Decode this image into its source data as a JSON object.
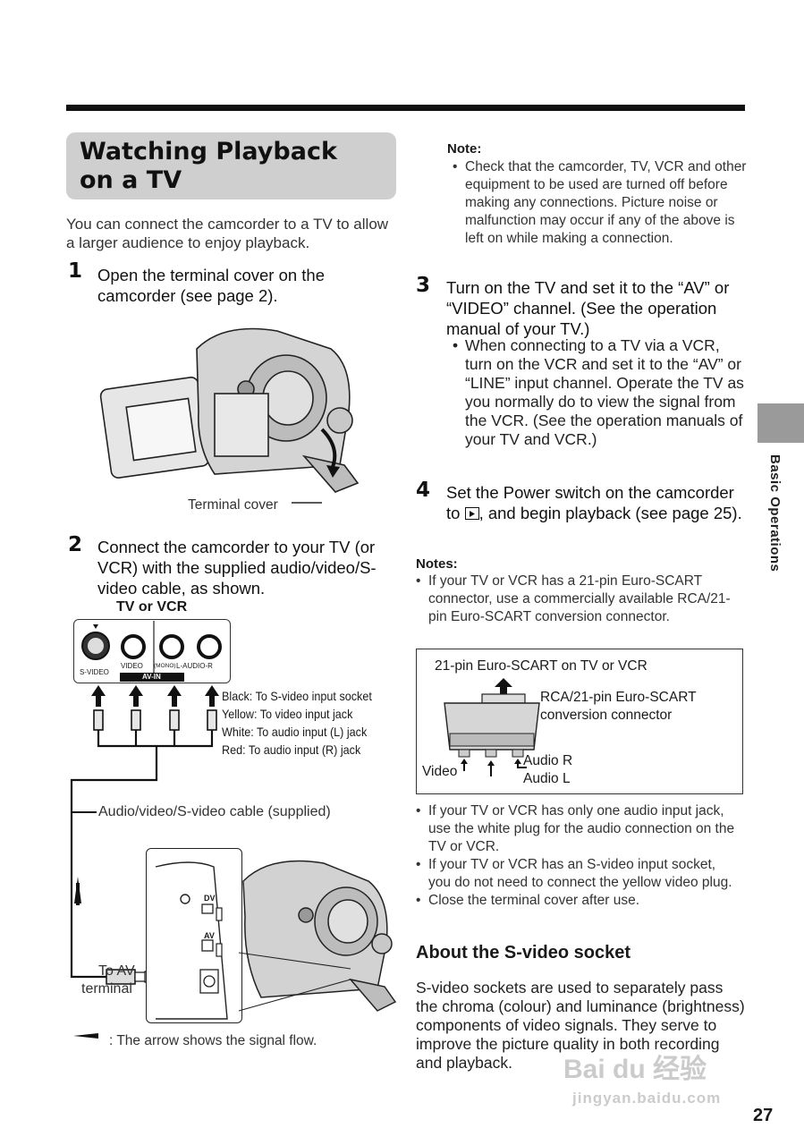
{
  "title": "Watching Playback\non a TV",
  "intro": "You can connect the camcorder to a TV to allow a larger audience to enjoy playback.",
  "steps": [
    {
      "num": "1",
      "text": "Open the terminal cover on the camcorder (see page 2)."
    },
    {
      "num": "2",
      "text": "Connect the camcorder to your TV (or VCR) with the supplied audio/video/S-video cable, as shown."
    },
    {
      "num": "3",
      "text": "Turn on the TV and set it to the “AV” or “VIDEO” channel. (See the operation manual of your TV.)",
      "bullet": "When connecting to a TV via a VCR, turn on the VCR and set it to the “AV” or “LINE” input channel. Operate the TV as you normally do to view the signal from the VCR. (See the operation manuals of your TV and VCR.)"
    },
    {
      "num": "4",
      "text_before": "Set the Power switch on the camcorder to ",
      "play_icon": "play-mode-icon",
      "text_after": ", and begin playback (see page 25)."
    }
  ],
  "fig1": {
    "terminal_cover": "Terminal cover"
  },
  "fig2": {
    "tv_label": "TV or VCR",
    "svideo": "S-VIDEO",
    "video": "VIDEO",
    "mono": "(MONO)",
    "audio": "L-AUDIO-R",
    "avin": "AV-IN",
    "plug_lines": [
      "Black: To S-video input socket",
      "Yellow: To video input jack",
      "White: To audio input (L) jack",
      "Red: To audio input (R) jack"
    ],
    "cable": "Audio/video/S-video cable (supplied)",
    "dv": "DV",
    "av": "AV",
    "to_av": "To AV",
    "terminal": "terminal",
    "arrow_note": ": The arrow shows the signal flow."
  },
  "note": {
    "heading": "Note:",
    "items": [
      "Check that the camcorder, TV, VCR and other equipment to be used are turned off before making any connections. Picture noise or malfunction may occur if any of the above is left on while making a connection."
    ]
  },
  "notes": {
    "heading": "Notes:",
    "items_top": [
      "If your TV or VCR has a 21-pin Euro-SCART connector, use a commercially available RCA/21-pin Euro-SCART conversion connector."
    ],
    "items_bottom": [
      "If your TV or VCR has only one audio input jack, use the white plug for the audio connection on the TV or VCR.",
      "If your TV or VCR has an S-video input socket, you do not need to connect the yellow video plug.",
      "Close the terminal cover after use."
    ]
  },
  "scart": {
    "title": "21-pin Euro-SCART on TV or VCR",
    "conn_line1": "RCA/21-pin Euro-SCART",
    "conn_line2": "conversion connector",
    "video": "Video",
    "audio_r": "Audio R",
    "audio_l": "Audio L"
  },
  "about": {
    "heading": "About the S-video socket",
    "body": "S-video sockets are used to separately pass the chroma (colour) and luminance (brightness) components of video signals. They serve to improve the picture quality in both recording and playback."
  },
  "side_label": "Basic Operations",
  "page_number": "27",
  "watermark": {
    "line1": "Bai du 经验",
    "line2": "jingyan.baidu.com"
  }
}
